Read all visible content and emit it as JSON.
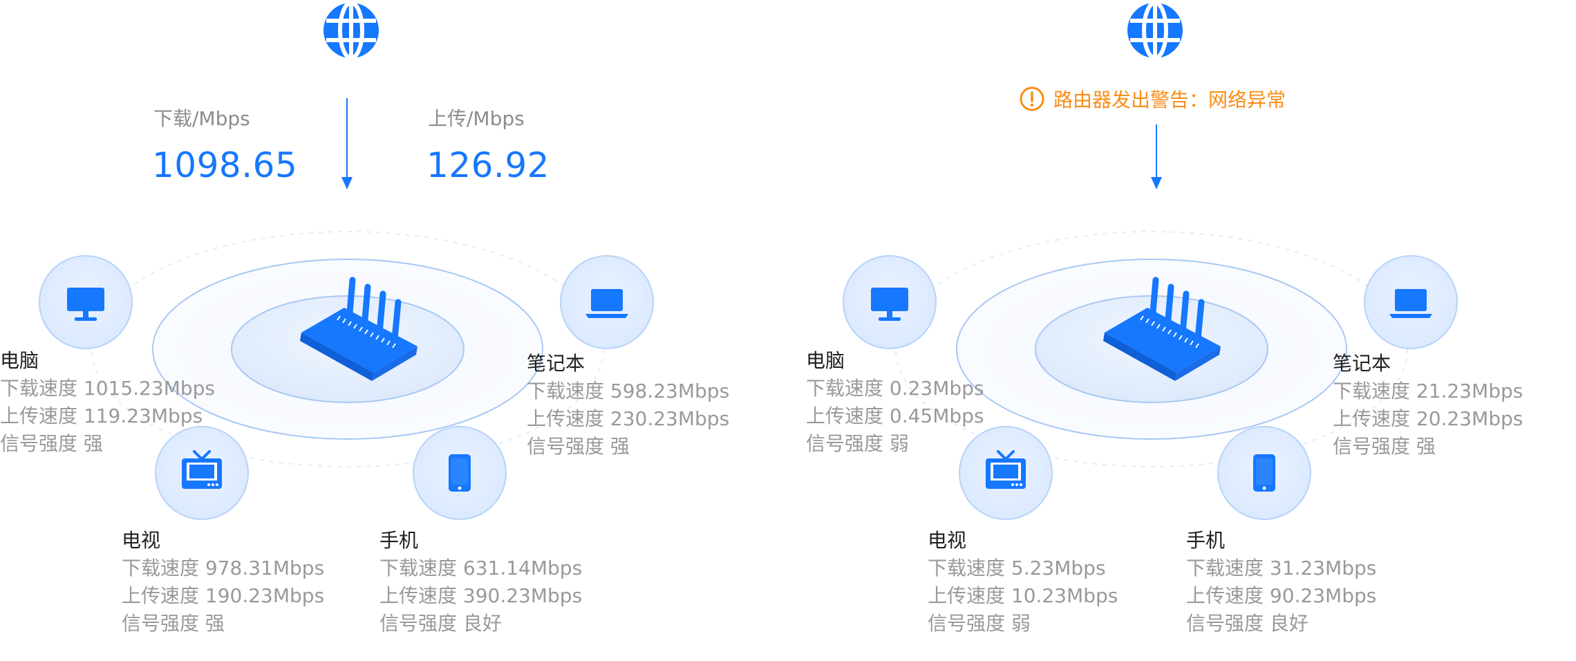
{
  "colors": {
    "accent": "#1677ff",
    "warning": "#fa8c16",
    "muted": "#999999",
    "text": "#1f1f1f"
  },
  "left_panel": {
    "globe_icon": "globe-icon",
    "download": {
      "label": "下载/Mbps",
      "value": "1098.65"
    },
    "upload": {
      "label": "上传/Mbps",
      "value": "126.92"
    },
    "router_icon": "router-icon",
    "devices": {
      "computer": {
        "icon": "monitor-icon",
        "name": "电脑",
        "download": "下载速度 1015.23Mbps",
        "upload": "上传速度 119.23Mbps",
        "signal": "信号强度 强"
      },
      "laptop": {
        "icon": "laptop-icon",
        "name": "笔记本",
        "download": "下载速度 598.23Mbps",
        "upload": "上传速度 230.23Mbps",
        "signal": "信号强度 强"
      },
      "tv": {
        "icon": "tv-icon",
        "name": "电视",
        "download": "下载速度 978.31Mbps",
        "upload": "上传速度 190.23Mbps",
        "signal": "信号强度 强"
      },
      "phone": {
        "icon": "phone-icon",
        "name": "手机",
        "download": "下载速度 631.14Mbps",
        "upload": "上传速度 390.23Mbps",
        "signal": "信号强度 良好"
      }
    }
  },
  "right_panel": {
    "globe_icon": "globe-icon",
    "alert": {
      "icon": "warning-icon",
      "text": "路由器发出警告：网络异常"
    },
    "router_icon": "router-icon",
    "devices": {
      "computer": {
        "icon": "monitor-icon",
        "name": "电脑",
        "download": "下载速度 0.23Mbps",
        "upload": "上传速度 0.45Mbps",
        "signal": "信号强度 弱"
      },
      "laptop": {
        "icon": "laptop-icon",
        "name": "笔记本",
        "download": "下载速度 21.23Mbps",
        "upload": "上传速度 20.23Mbps",
        "signal": "信号强度 强"
      },
      "tv": {
        "icon": "tv-icon",
        "name": "电视",
        "download": "下载速度 5.23Mbps",
        "upload": "上传速度 10.23Mbps",
        "signal": "信号强度 弱"
      },
      "phone": {
        "icon": "phone-icon",
        "name": "手机",
        "download": "下载速度 31.23Mbps",
        "upload": "上传速度 90.23Mbps",
        "signal": "信号强度 良好"
      }
    }
  }
}
